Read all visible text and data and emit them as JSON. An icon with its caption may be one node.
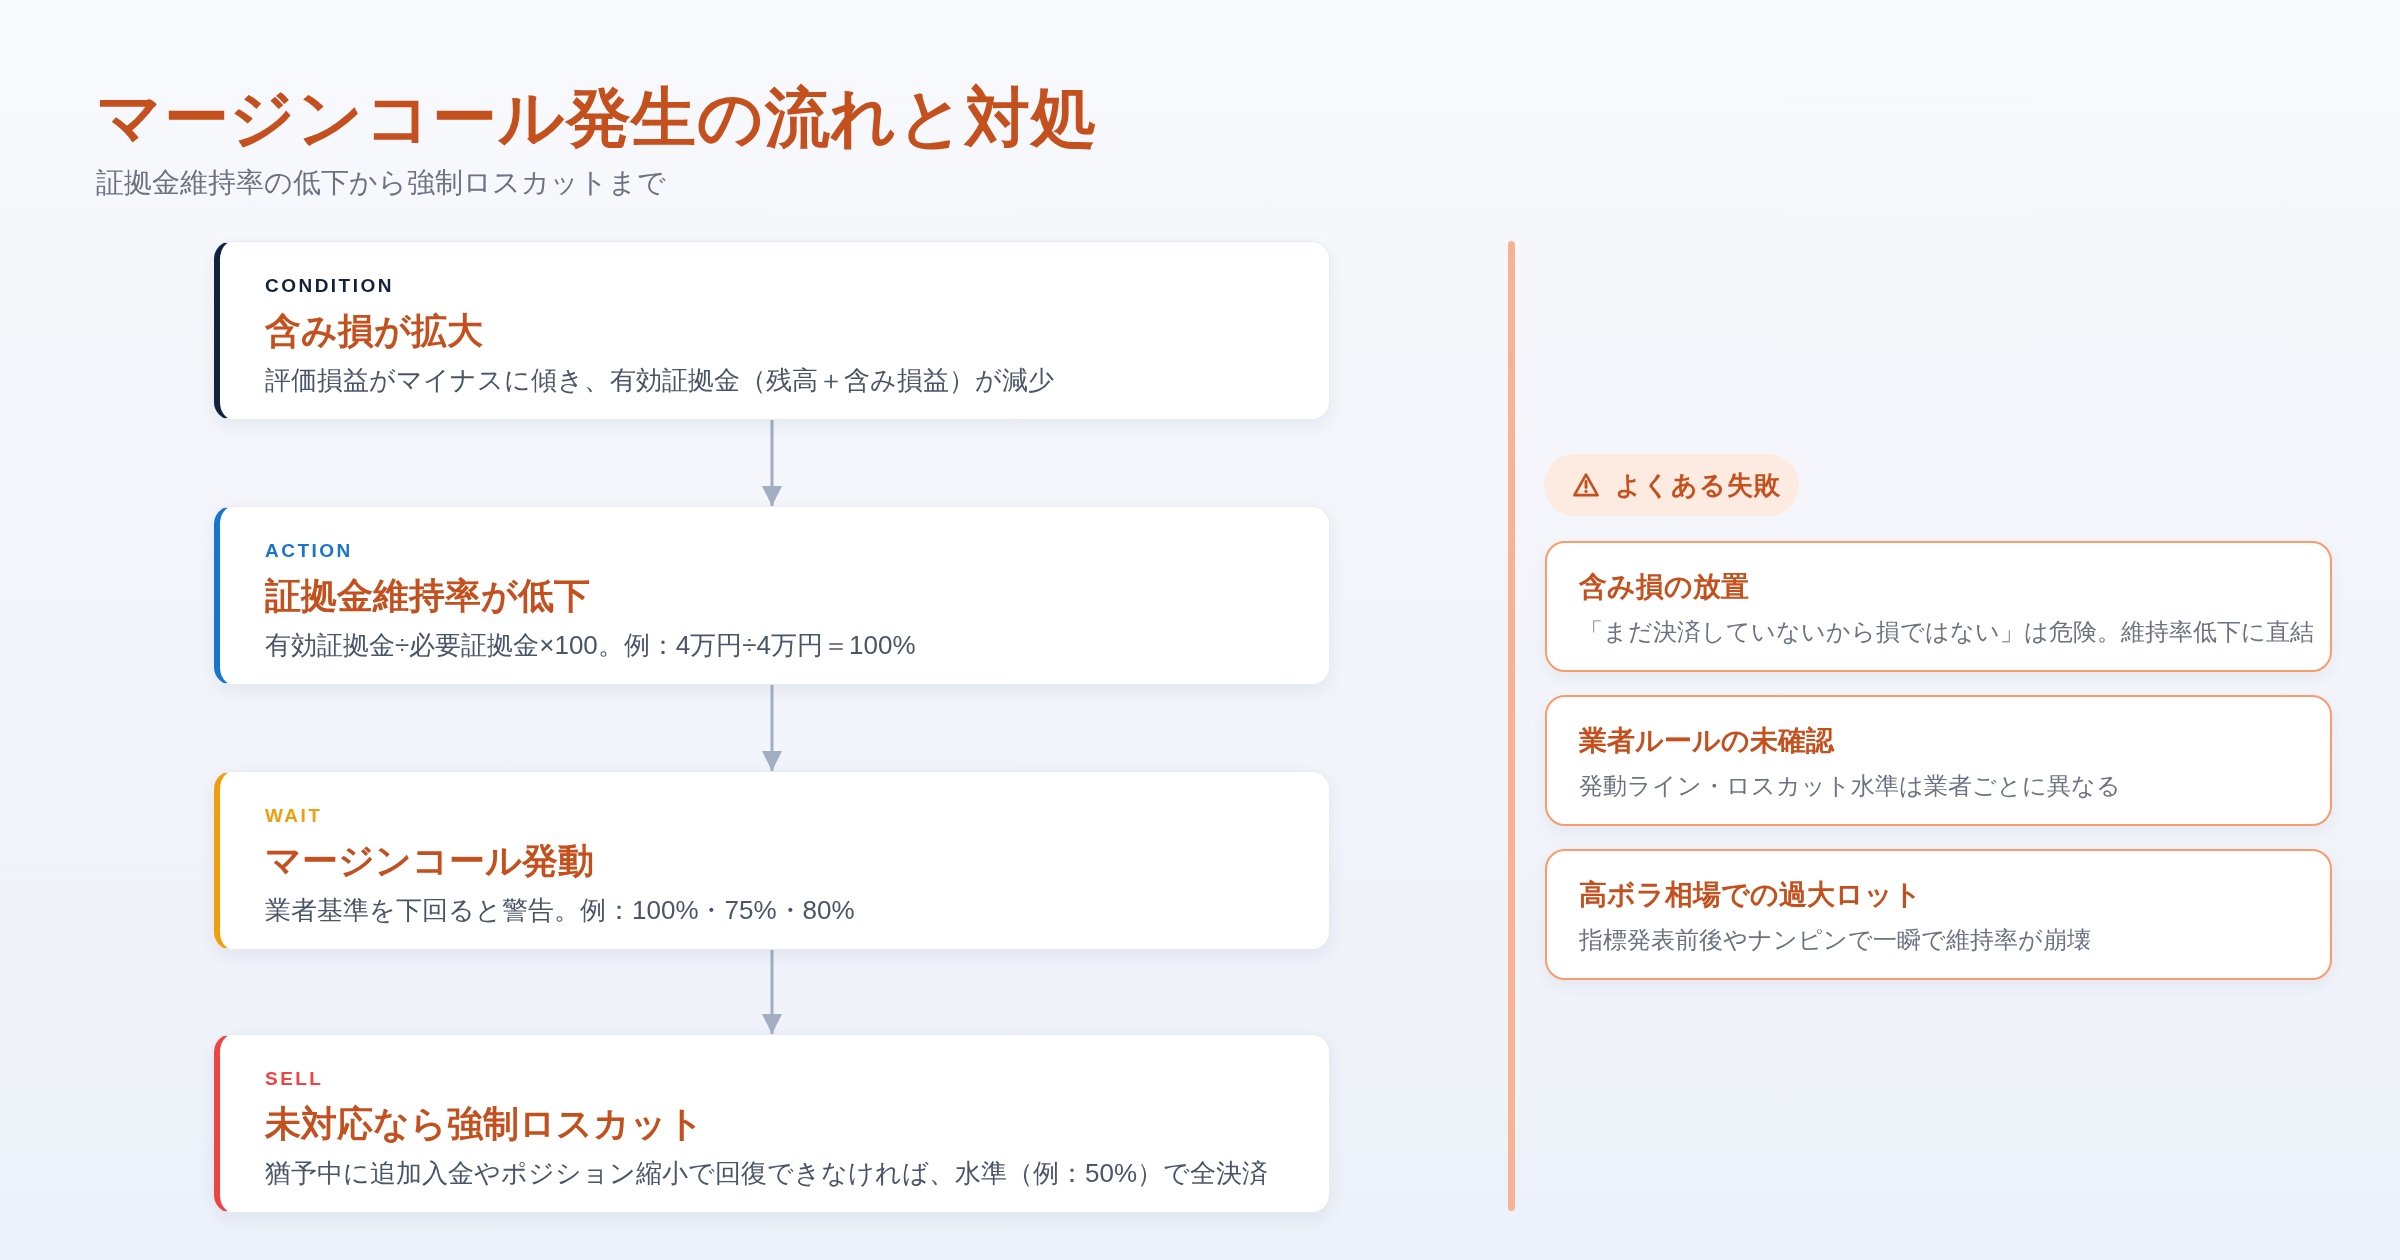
{
  "diagram": {
    "title": "マージンコール発生の流れと対処",
    "nodes": [
      {
        "text": [
          "CONDITION",
          "含み損が拡大",
          "評価損益がマイナスに傾き、有効証拠金（残高＋含み損益）が減少"
        ]
      },
      {
        "text": [
          "ACTION",
          "証拠金維持率が低下",
          "有効証拠金÷必要証拠金×100。例：4万円÷4万円＝100%"
        ]
      },
      {
        "text": [
          "WAIT",
          "マージンコール発動",
          "業者基準を下回ると警告。例：100%・75%・80%"
        ]
      },
      {
        "text": [
          "SELL",
          "未対応なら強制ロスカット",
          "猶予中に追加入金やポジション縮小で回復できなければ、水準（例：50%）で全決済"
        ]
      },
      {
        "text": [
          "よくある失敗"
        ]
      },
      {
        "text": [
          "含み損の放置",
          "「まだ決済していないから損ではない」は危険。維持率低下に直結"
        ]
      },
      {
        "text": [
          "業者ルールの未確認",
          "発動ライン・ロスカット水準は業者ごとに異なる"
        ]
      },
      {
        "text": [
          "高ボラ相場での過大ロット",
          "指標発表前後やナンピンで一瞬で維持率が崩壊"
        ]
      }
    ],
    "edges": [
      {
        "from": 0,
        "to": 1,
        "arrow": "to"
      },
      {
        "from": 1,
        "to": 2,
        "arrow": "to"
      },
      {
        "from": 2,
        "to": 3,
        "arrow": "to"
      }
    ],
    "labels": [
      "証拠金維持率の低下から強制ロスカットまで"
    ]
  }
}
